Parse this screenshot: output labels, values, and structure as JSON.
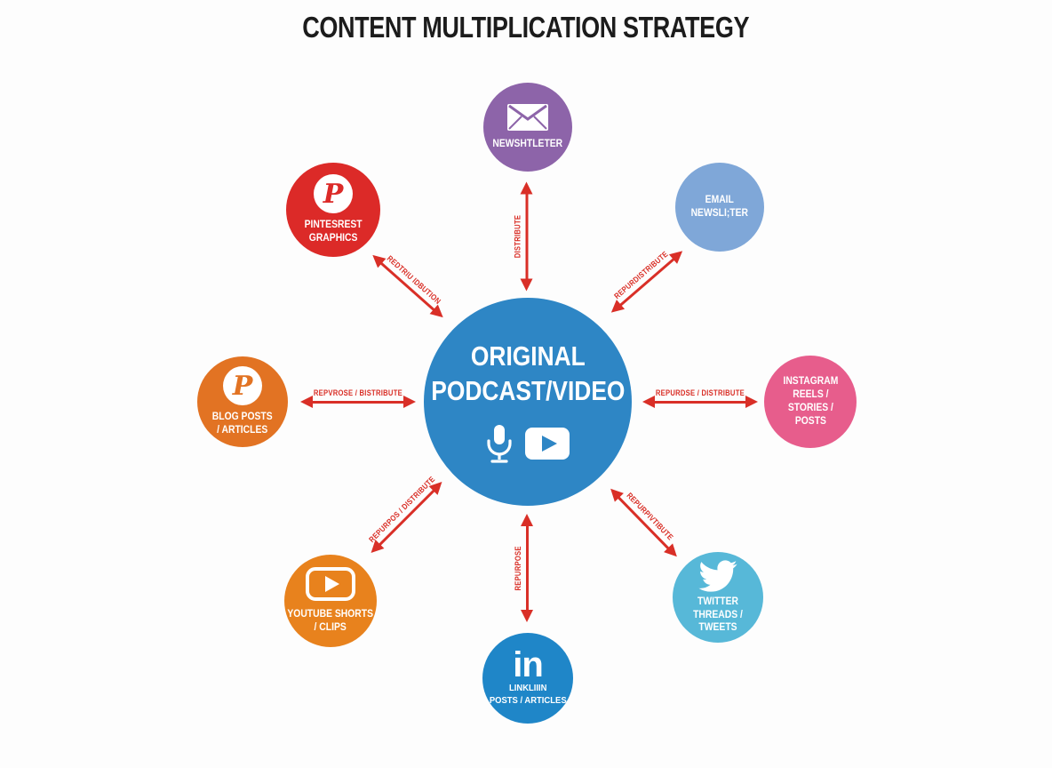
{
  "title": "CONTENT MULTIPLICATION STRATEGY",
  "colors": {
    "center_blue": "#2e86c5",
    "newsletter_purple": "#8d64a9",
    "email_light_blue": "#7fa7d8",
    "instagram_pink": "#e75d8c",
    "twitter_cyan": "#57b8d8",
    "linkedin_blue": "#1f86c8",
    "youtube_orange": "#e8821d",
    "blog_orange": "#e27323",
    "pinterest_red": "#dc2a28",
    "arrow_red": "#d92f27",
    "title_black": "#1c1c1c"
  },
  "center": {
    "lines": [
      "ORIGINAL",
      "PODCAST/VIDEO"
    ],
    "icons": [
      "microphone-icon",
      "video-play-icon"
    ]
  },
  "satellites": {
    "newsletter": {
      "icon": "envelope-icon",
      "lines": [
        "NEWSHTLETER"
      ]
    },
    "email": {
      "icon": null,
      "lines": [
        "EMAIL",
        "NEWSLI;TER"
      ]
    },
    "instagram": {
      "icon": null,
      "lines": [
        "INSTAGRAM",
        "REELS /",
        "STORIES /",
        "POSTS"
      ]
    },
    "twitter": {
      "icon": "twitter-bird-icon",
      "lines": [
        "TWITTER",
        "THREADS /",
        "TWEETS"
      ]
    },
    "linkedin": {
      "icon": "linkedin-in-icon",
      "in_glyph": "in",
      "lines": [
        "LINKLIIIN",
        "POSTS / ARTICLES"
      ]
    },
    "youtube": {
      "icon": "youtube-play-icon",
      "lines": [
        "YOUTUBE SHORTS",
        "/ CLIPS"
      ]
    },
    "blog": {
      "icon": "pinterest-p-icon",
      "p_glyph": "P",
      "lines": [
        "BLOG POSTS",
        "/ ARTICLES"
      ]
    },
    "pinterest": {
      "icon": "pinterest-p-icon",
      "p_glyph": "P",
      "lines": [
        "PINTESREST",
        "GRAPHICS"
      ]
    }
  },
  "arrows": {
    "top": {
      "label": "DISTRIBUTE"
    },
    "top_right": {
      "label": "REPURDISTRIBUTE"
    },
    "right": {
      "label": "REPURDSE / DISTRIBUTE"
    },
    "bottom_right": {
      "label": "REPURPIVTIBUTE"
    },
    "bottom": {
      "label": "REPURPOSE"
    },
    "bottom_left": {
      "label": "REPURPOS / DISTRIBUTE"
    },
    "left": {
      "label": "REPVROSE / BISTRIBUTE"
    },
    "top_left": {
      "label": "REDTRIU IDBUTION"
    }
  }
}
